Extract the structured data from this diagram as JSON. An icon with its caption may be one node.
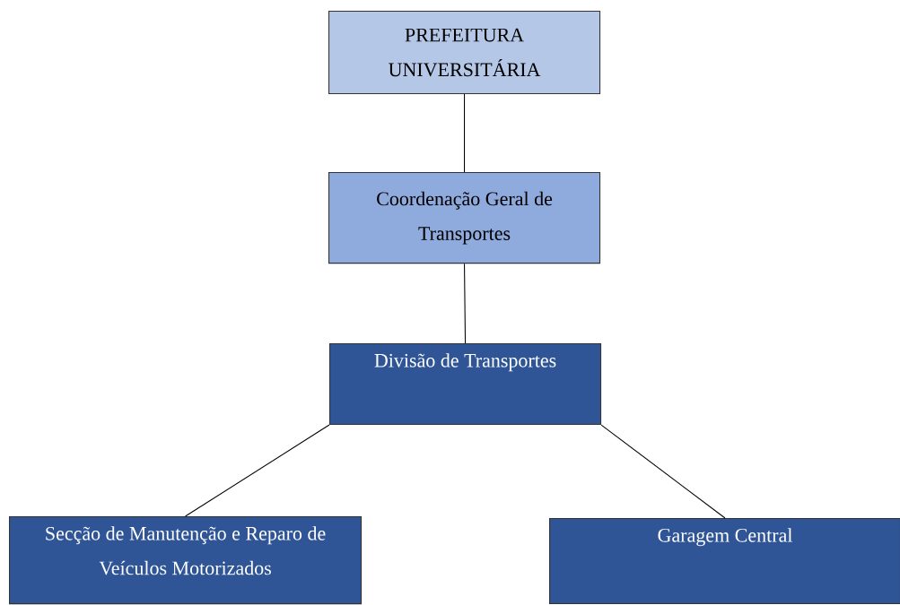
{
  "diagram": {
    "nodes": [
      {
        "text": [
          "PREFEITURA UNIVERSITÁRIA"
        ]
      },
      {
        "text": [
          "Coordenação Geral de Transportes"
        ]
      },
      {
        "text": [
          "Divisão de Transportes"
        ]
      },
      {
        "text": [
          "Secção de Manutenção e Reparo de Veículos Motorizados"
        ]
      },
      {
        "text": [
          "Garagem Central"
        ]
      }
    ],
    "edges": [
      {
        "from": 0,
        "to": 1,
        "arrow": "none"
      },
      {
        "from": 1,
        "to": 2,
        "arrow": "none"
      },
      {
        "from": 2,
        "to": 3,
        "arrow": "none"
      },
      {
        "from": 2,
        "to": 4,
        "arrow": "none"
      }
    ]
  }
}
